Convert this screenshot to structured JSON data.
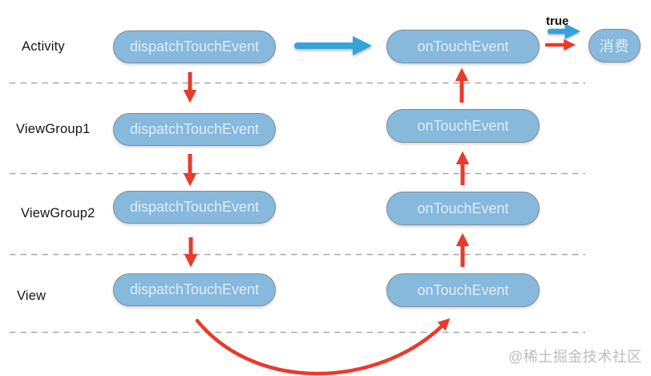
{
  "diagram": {
    "rows": [
      {
        "label": "Activity",
        "dispatch": "dispatchTouchEvent",
        "ontouch": "onTouchEvent"
      },
      {
        "label": "ViewGroup1",
        "dispatch": "dispatchTouchEvent",
        "ontouch": "onTouchEvent"
      },
      {
        "label": "ViewGroup2",
        "dispatch": "dispatchTouchEvent",
        "ontouch": "onTouchEvent"
      },
      {
        "label": "View",
        "dispatch": "dispatchTouchEvent",
        "ontouch": "onTouchEvent"
      }
    ],
    "true_label": "true",
    "consume_label": "消费",
    "watermark": "@稀土掘金技术社区",
    "colors": {
      "pill_fill": "#87b9dc",
      "pill_border": "#818c93",
      "pill_text": "#dceefb",
      "red": "#e93a2b",
      "blue": "#34a3da",
      "dash": "#a8a8a8",
      "label": "#151515",
      "watermark": "#bdbdbd"
    }
  }
}
